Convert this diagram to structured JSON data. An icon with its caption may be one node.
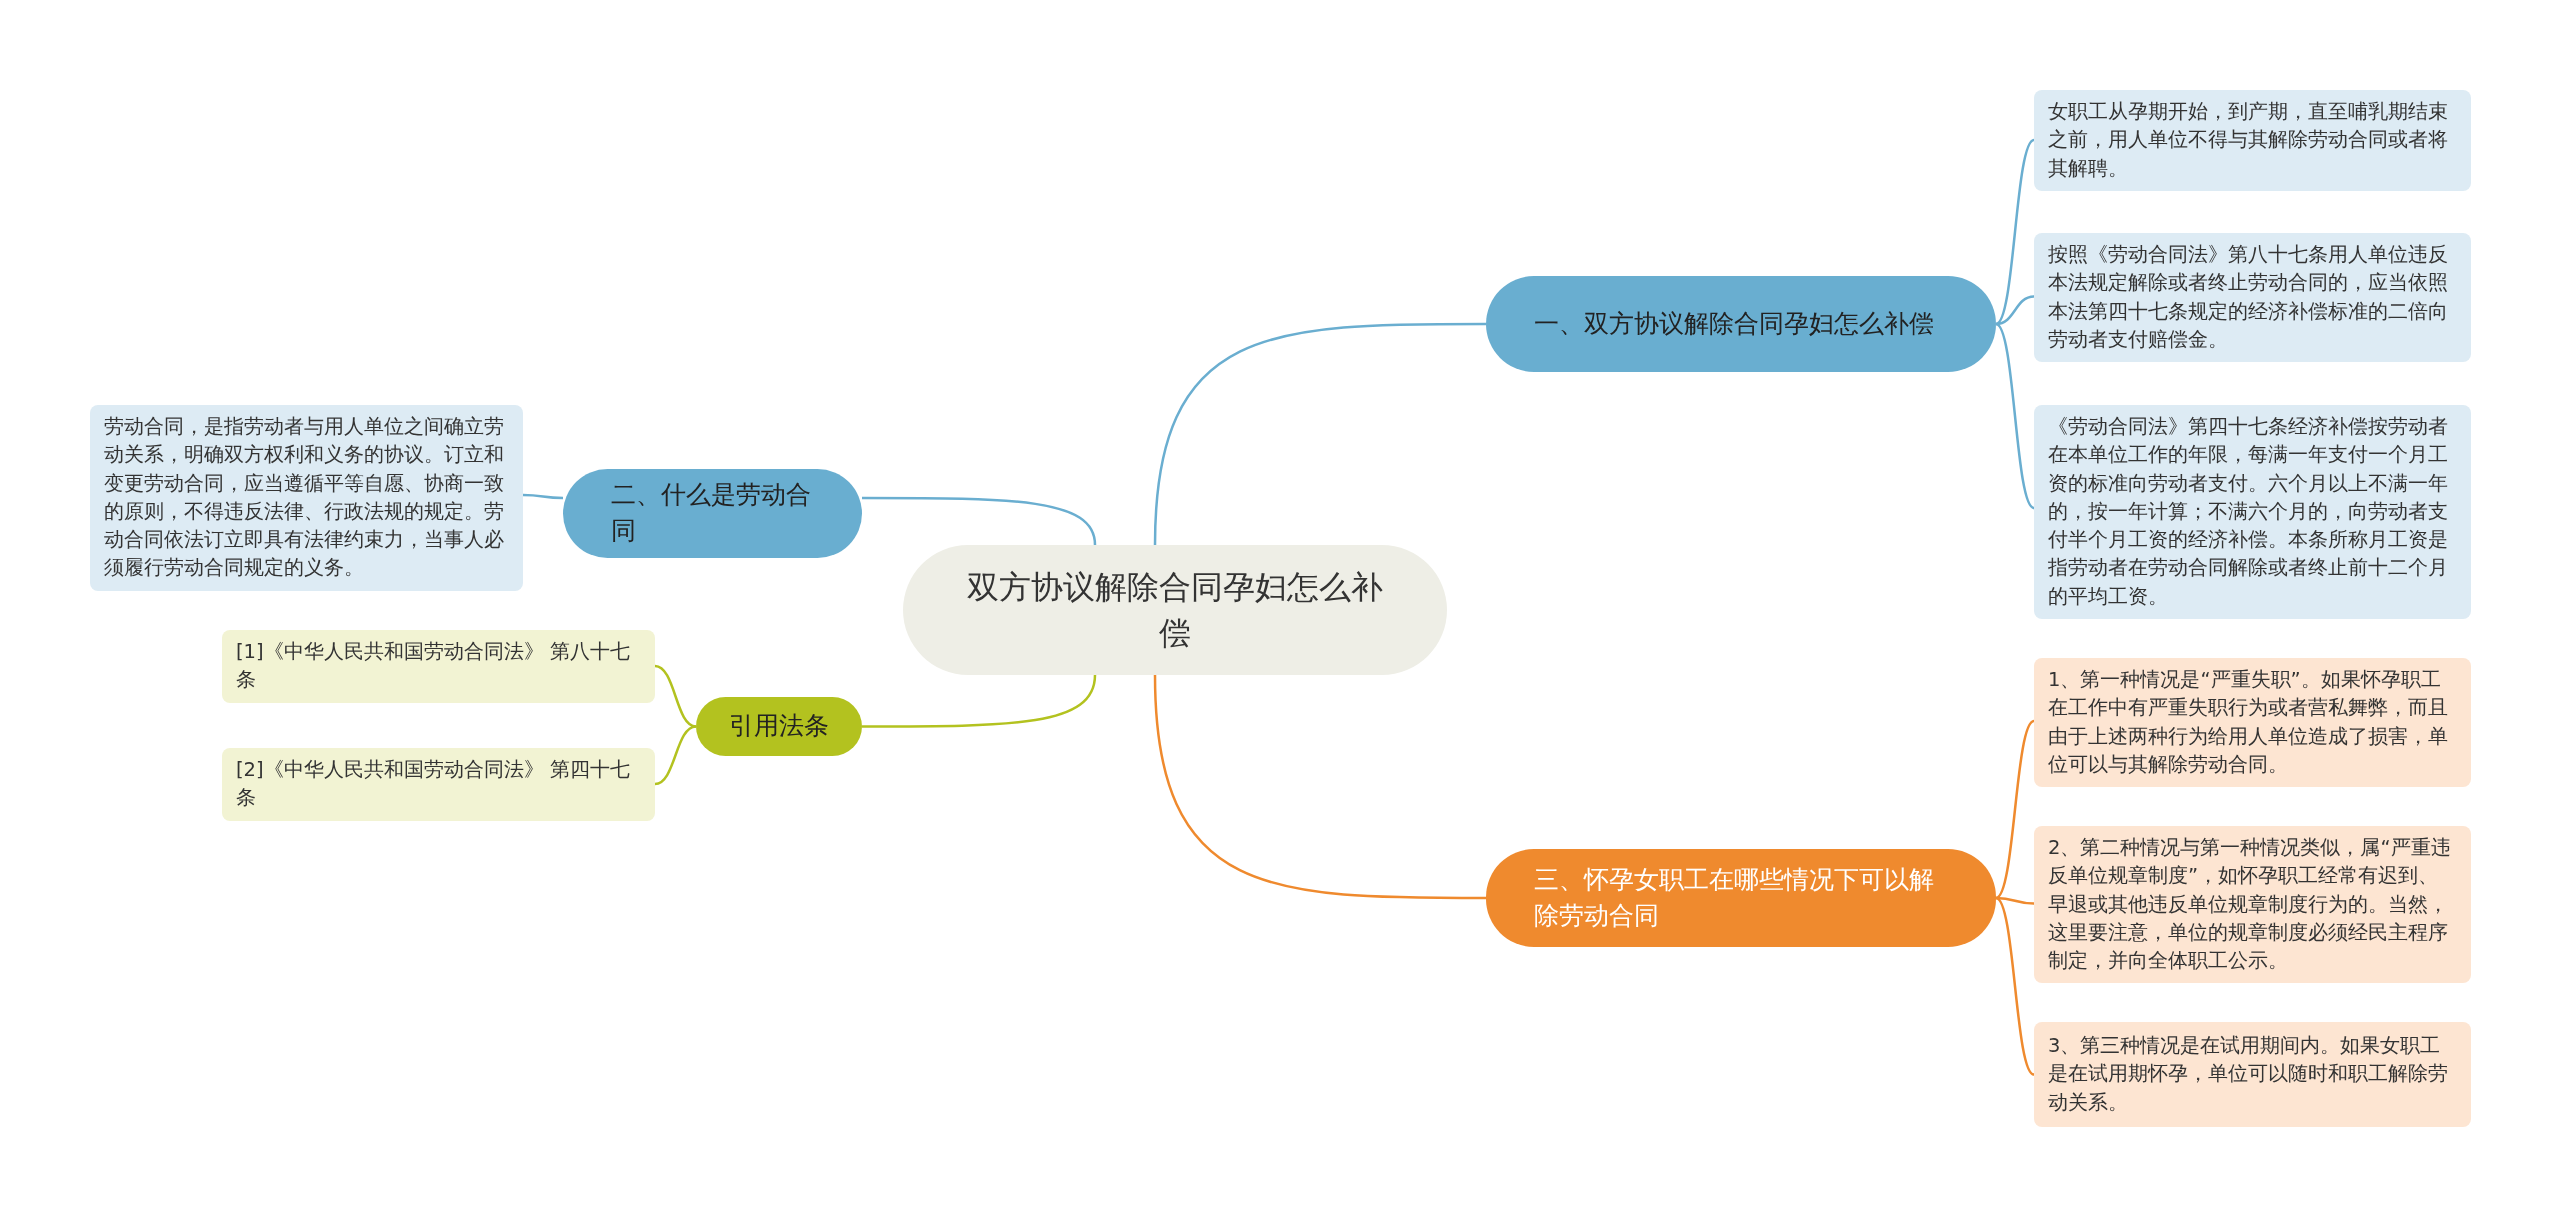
{
  "diagram": {
    "nodes": [
      {
        "text": [
          "双方协议解除合同孕妇怎么补偿"
        ]
      },
      {
        "text": [
          "一、双方协议解除合同孕妇怎么补偿"
        ]
      },
      {
        "text": [
          "女职工从孕期开始，到产期，直至哺乳期结束之前，用人单位不得与其解除劳动合同或者将其解聘。"
        ]
      },
      {
        "text": [
          "按照《劳动合同法》第八十七条用人单位违反本法规定解除或者终止劳动合同的，应当依照本法第四十七条规定的经济补偿标准的二倍向劳动者支付赔偿金。"
        ]
      },
      {
        "text": [
          "《劳动合同法》第四十七条经济补偿按劳动者在本单位工作的年限，每满一年支付一个月工资的标准向劳动者支付。六个月以上不满一年的，按一年计算；不满六个月的，向劳动者支付半个月工资的经济补偿。本条所称月工资是指劳动者在劳动合同解除或者终止前十二个月的平均工资。"
        ]
      },
      {
        "text": [
          "三、怀孕女职工在哪些情况下可以解除劳动合同"
        ]
      },
      {
        "text": [
          "1、第一种情况是“严重失职”。如果怀孕职工在工作中有严重失职行为或者营私舞弊，而且由于上述两种行为给用人单位造成了损害，单位可以与其解除劳动合同。"
        ]
      },
      {
        "text": [
          "2、第二种情况与第一种情况类似，属“严重违反单位规章制度”，如怀孕职工经常有迟到、早退或其他违反单位规章制度行为的。当然，这里要注意，单位的规章制度必须经民主程序制定，并向全体职工公示。"
        ]
      },
      {
        "text": [
          "3、第三种情况是在试用期间内。如果女职工是在试用期怀孕，单位可以随时和职工解除劳动关系。"
        ]
      },
      {
        "text": [
          "二、什么是劳动合同"
        ]
      },
      {
        "text": [
          "劳动合同，是指劳动者与用人单位之间确立劳动关系，明确双方权利和义务的协议。订立和变更劳动合同，应当遵循平等自愿、协商一致的原则，不得违反法律、行政法规的规定。劳动合同依法订立即具有法律约束力，当事人必须履行劳动合同规定的义务。"
        ]
      },
      {
        "text": [
          "引用法条"
        ]
      },
      {
        "text": [
          "[1]《中华人民共和国劳动合同法》 第八十七条"
        ]
      },
      {
        "text": [
          "[2]《中华人民共和国劳动合同法》 第四十七条"
        ]
      }
    ],
    "edges": [
      {
        "from": 0,
        "to": 1,
        "arrow": "none"
      },
      {
        "from": 1,
        "to": 2,
        "arrow": "none"
      },
      {
        "from": 1,
        "to": 3,
        "arrow": "none"
      },
      {
        "from": 1,
        "to": 4,
        "arrow": "none"
      },
      {
        "from": 0,
        "to": 5,
        "arrow": "none",
        "color": "#ef8a2e"
      },
      {
        "from": 5,
        "to": 6,
        "arrow": "none",
        "color": "#ef8a2e"
      },
      {
        "from": 5,
        "to": 7,
        "arrow": "none",
        "color": "#ef8a2e"
      },
      {
        "from": 5,
        "to": 8,
        "arrow": "none",
        "color": "#ef8a2e"
      },
      {
        "from": 0,
        "to": 9,
        "arrow": "none"
      },
      {
        "from": 9,
        "to": 10,
        "arrow": "none"
      },
      {
        "from": 0,
        "to": 11,
        "arrow": "none",
        "color": "#b3c21f"
      },
      {
        "from": 11,
        "to": 12,
        "arrow": "none",
        "color": "#b3c21f"
      },
      {
        "from": 11,
        "to": 13,
        "arrow": "none",
        "color": "#b3c21f"
      }
    ]
  }
}
